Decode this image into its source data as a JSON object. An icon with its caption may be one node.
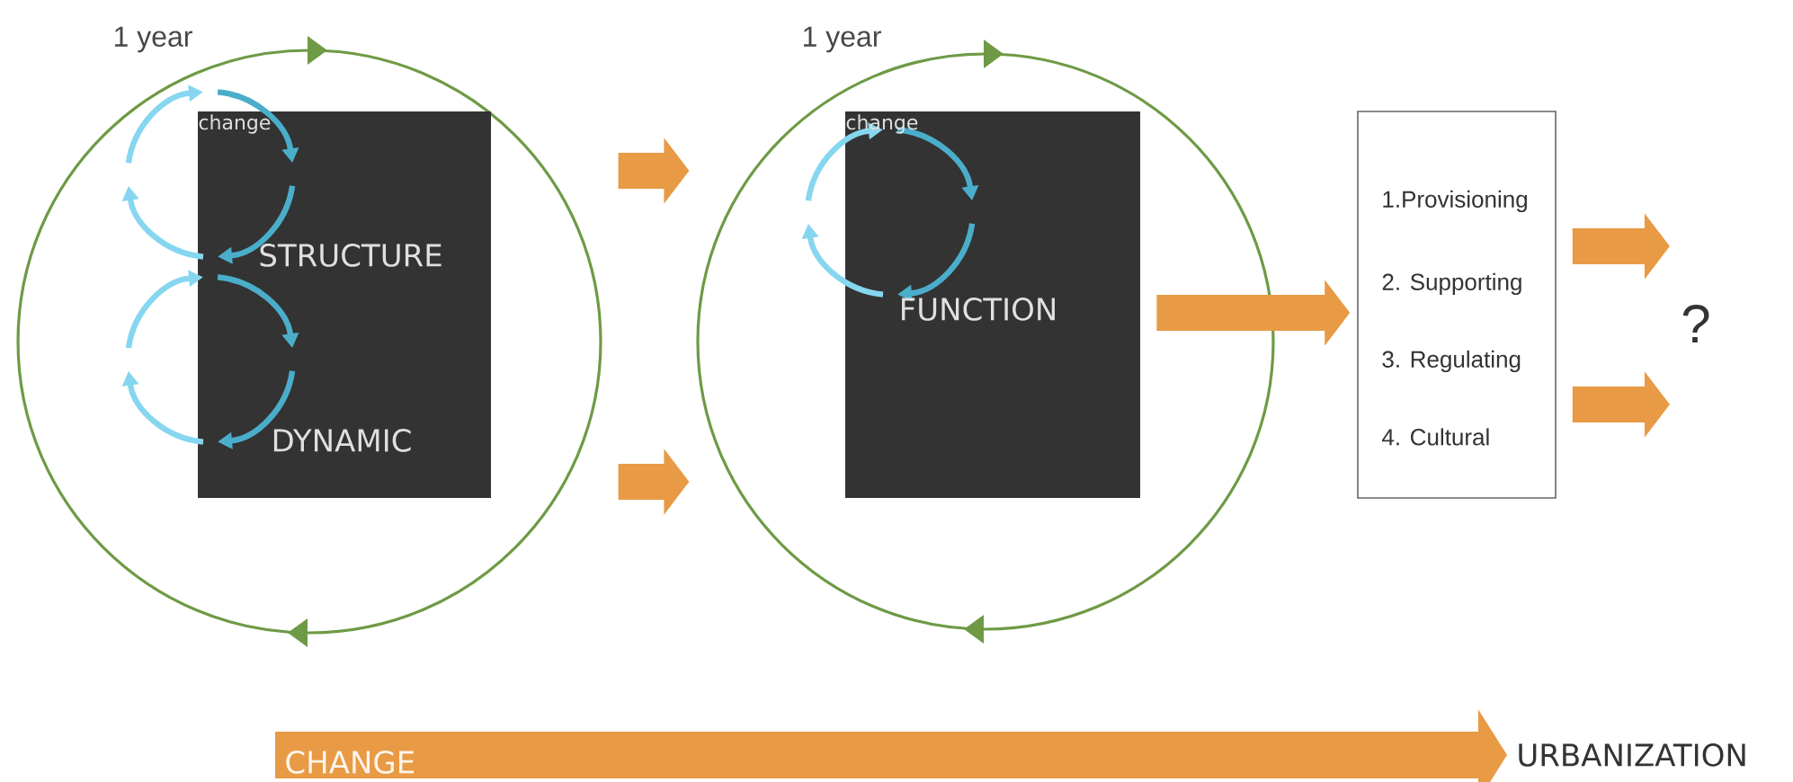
{
  "diagram": {
    "nodes": [
      {
        "text": [
          "1 year"
        ]
      },
      {
        "text": [
          "change",
          "STRUCTURE",
          "DYNAMIC"
        ],
        "in": 0
      },
      {
        "text": [
          "1 year"
        ]
      },
      {
        "text": [
          "change",
          "FUNCTION"
        ],
        "in": 2
      },
      {
        "text": [
          "1.Provisioning",
          "2. Supporting",
          "3. Regulating",
          "4. Cultural"
        ]
      },
      {
        "text": [
          "?"
        ]
      },
      {
        "text": [
          "URBANIZATION"
        ]
      }
    ],
    "edges": [
      {
        "from": 0,
        "to": 2,
        "arrow": "to"
      },
      {
        "from": 0,
        "to": 2,
        "arrow": "to"
      },
      {
        "from": 3,
        "to": 4,
        "arrow": "to"
      },
      {
        "from": 4,
        "to": 5,
        "arrow": "to"
      },
      {
        "from": 4,
        "to": 5,
        "arrow": "to"
      },
      {
        "from": null,
        "to": 6,
        "arrow": "to",
        "label": "CHANGE"
      }
    ]
  }
}
